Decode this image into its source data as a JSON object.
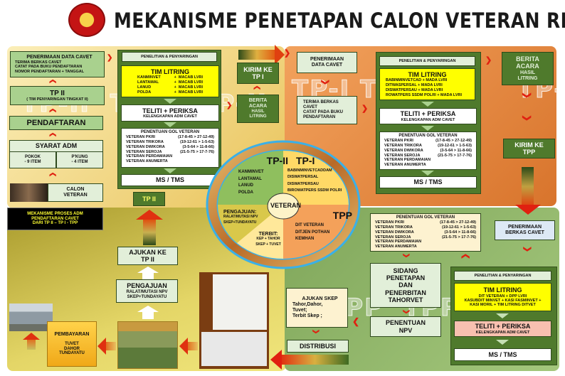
{
  "title": "MEKANISME PENETAPAN CALON VETERAN RI",
  "watermarks": {
    "tp2": "TP-II",
    "tp1": "TP-I",
    "tpp": "TPP"
  },
  "tp2": {
    "penerimaan": {
      "title": "PENERIMAAN DATA CAVET",
      "lines": [
        "TERIMA BERKAS CAVET",
        "CATAT PADA BUKU  PENDAFTARAN",
        "NOMOR PENDAFTARAN + TANGGAL"
      ]
    },
    "tp": {
      "title": "TP II",
      "sub": "( TIM PENYARINGAN TINGKAT II)"
    },
    "pendaftaran": "PENDAFTARAN",
    "syarat": {
      "title": "SYARAT ADM",
      "pokok": "POKOK",
      "pokok_n": "- 9 ITEM",
      "pkung": "P'KUNG",
      "pkung_n": "- 4 ITEM"
    },
    "calon": "CALON VETERAN",
    "penelitian": "PENELITIAN & PENYARINGAN",
    "tim": {
      "title": "TIM LITRING",
      "rows": [
        [
          "KANMINVET",
          "+",
          "MACAB LVRI"
        ],
        [
          "LANTAMAL",
          "+",
          "MACAB LVRI"
        ],
        [
          "LANUD",
          "+",
          "MACAB LVRI"
        ],
        [
          "POLDA",
          "+",
          "MACAB LVRI"
        ]
      ]
    },
    "teliti": {
      "title": "TELITI + PERIKSA",
      "sub": "KELENGKAPAN ADM CAVET"
    },
    "ms": "MS / TMS",
    "tab": "TP II",
    "kirim": "KIRIM KE TP I",
    "berita": {
      "a": "BERITA",
      "b": "ACARA",
      "c": "HASIL",
      "d": "LITRING"
    }
  },
  "gol": {
    "title": "PENENTUAN GOL VETERAN",
    "rows": [
      [
        "VETERAN PKRI",
        "(17-8-45 > 27-12-49)"
      ],
      [
        "VETERAN TRIKORA",
        "(19-12-61 > 1-5-63)"
      ],
      [
        "VETERAN DWIKORA",
        "(3-5-64  >  11-8-66)"
      ],
      [
        "VETERAN SEROJA",
        "(21-5-75 > 17-7-76)"
      ],
      [
        "VETERAN PERDAMAIAN",
        ""
      ],
      [
        "VETERAN ANUMERTA",
        ""
      ]
    ]
  },
  "tp1": {
    "penerimaan": "PENERIMAAN DATA CAVET",
    "terima": [
      "TERIMA BERKAS",
      "CAVET",
      "CATAT PADA BUKU",
      "PENDAFTARAN"
    ],
    "penelitian": "PENELITIAN & PENYARINGAN",
    "tim": {
      "title": "TIM LITRING",
      "rows": [
        "BABINMINVETCAD  +   MADA LVRI",
        "DITWASPERSAL  +   MADA LVRI",
        "DISWATPERSAU +   MADA LVRI",
        "ROWATPERS SSDM POLRI +  MADA LVRI"
      ]
    },
    "teliti": {
      "title": "TELITI + PERIKSA",
      "sub": "KELENGKAPAN ADM CAVET"
    },
    "ms": "MS / TMS",
    "berita": {
      "a": "BERITA",
      "b": "ACARA",
      "c": "HASIL",
      "d": "LITRING"
    },
    "kirim": "KIRIM KE TPP"
  },
  "circle": {
    "center": "VETERAN",
    "tp2": {
      "title": "TP-II",
      "lines": [
        "KANMINVET",
        "LANTAMAL",
        "LANUD",
        "POLDA"
      ]
    },
    "tp1": {
      "title": "TP-I",
      "lines": [
        "BABINMINVETCADDAM",
        "DISWATPERSAL",
        "DISWATPERSAU",
        "BIROWATPERS SSDM POLRI"
      ]
    },
    "tpp": {
      "title": "TPP",
      "lines": [
        "DIT VETERAN",
        "DITJEN POTHAN",
        "KEMHAN"
      ]
    },
    "pengajuan": {
      "title": "PENGAJUAN:",
      "lines": [
        "RALAT/MUTASI NPV",
        "SKEP+TUNDAYATU"
      ]
    },
    "terbit": {
      "title": "TERBIT:",
      "lines": [
        "KEP + TAHOR",
        "SKEP + TUVET"
      ]
    }
  },
  "tpp": {
    "penerimaan": "PENERIMAAN BERKAS CAVET",
    "sidang": [
      "SIDANG",
      "PENETAPAN",
      "DAN",
      "PENERBITAN",
      "TAHORVET"
    ],
    "npv": [
      "PENENTUAN",
      "NPV"
    ],
    "skep": {
      "title": "AJUKAN SKEP",
      "lines": [
        "Tahor,Dahor,",
        "Tuvet;",
        "Terbit Skep ;"
      ]
    },
    "distribusi": "DISTRIBUSI",
    "penelitian": "PENELITIAN & PENYARINGAN",
    "tim": {
      "title": "TIM LITRING",
      "rows": [
        "DIT VETERAN + DPP LVRI",
        "KASUBDIT MINVET + KASI FASMINVET +",
        "KASI MORIL + TIM LITRING DITVET"
      ]
    },
    "teliti": {
      "title": "TELITI + PERIKSA",
      "sub": "KELENGKAPAN ADM CAVET"
    },
    "ms": "MS / TMS"
  },
  "bottom": {
    "mekanisme": [
      "MEKANISME  PROSES ADM",
      "PENDAFTARAN  CAVET",
      "DARI TP II – TP I - TPP"
    ],
    "ajukan": [
      "AJUKAN  KE",
      "TP II"
    ],
    "pengajuan": {
      "title": "PENGAJUAN",
      "lines": [
        "RALAT/MUTASI NPV",
        "SKEP+TUNDAYATU"
      ]
    },
    "pembayaran": {
      "title": "PEMBAYARAN",
      "lines": [
        "TUVET",
        "DAHOR",
        "TUNDAYATU"
      ]
    }
  },
  "colors": {
    "tp2_bg": "#f3dc8a",
    "tp1_bg": "#e98a3c",
    "tpp_bg": "#8fb56a",
    "bottom_bg": "#c9bd4a",
    "green": "#4f7a2c",
    "yellow": "#ffff00"
  }
}
